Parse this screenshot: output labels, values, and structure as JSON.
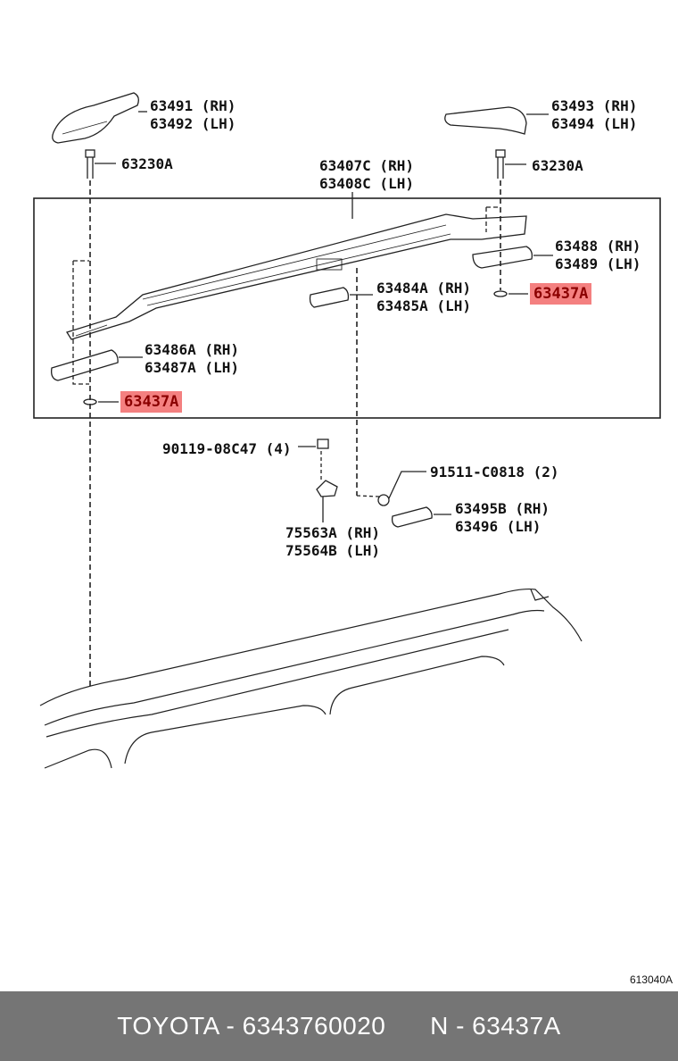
{
  "labels": {
    "p63491": "63491 (RH)",
    "p63492": "63492 (LH)",
    "p63493": "63493 (RH)",
    "p63494": "63494 (LH)",
    "p63230a_left": "63230A",
    "p63230a_right": "63230A",
    "p63407c": "63407C (RH)",
    "p63408c": "63408C (LH)",
    "p63488": "63488 (RH)",
    "p63489": "63489 (LH)",
    "p63484a": "63484A (RH)",
    "p63485a": "63485A (LH)",
    "p63486a": "63486A (RH)",
    "p63487a": "63487A (LH)",
    "p90119": "90119-08C47 (4)",
    "p91511": "91511-C0818 (2)",
    "p63495b": "63495B (RH)",
    "p63496": "63496 (LH)",
    "p75563a": "75563A (RH)",
    "p75564b": "75564B (LH)"
  },
  "highlights": {
    "h1": "63437A",
    "h2": "63437A"
  },
  "diagram_code": "613040A",
  "footer": {
    "left": "TOYOTA - 6343760020",
    "right": "N - 63437A"
  },
  "colors": {
    "highlight_bg": "#f48080",
    "highlight_text": "#8b0000",
    "footer_bg": "#757575",
    "footer_text": "#ffffff"
  }
}
